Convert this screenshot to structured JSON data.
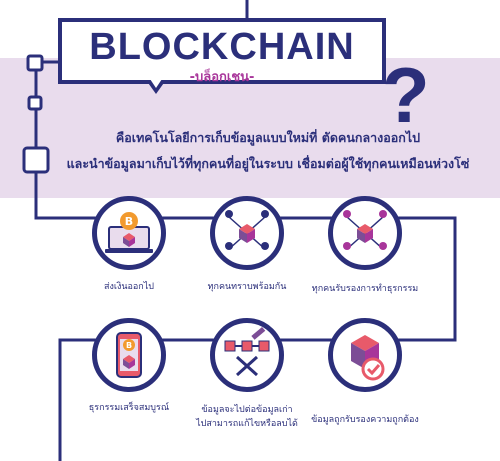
{
  "header": {
    "title": "BLOCKCHAIN",
    "subtitle": "-บล็อกเชน-",
    "question_mark": "?"
  },
  "description": {
    "line1": "คือเทคโนโลยีการเก็บข้อมูลแบบใหม่ที่ ตัดคนกลางออกไป",
    "line2": "และนำข้อมูลมาเก็บไว้ที่ทุกคนที่อยู่ในระบบ เชื่อมต่อผู้ใช้ทุกคนเหมือนห่วงโซ่"
  },
  "steps": [
    {
      "caption": "ส่งเงินออกไป",
      "icon": "laptop-bitcoin-icon"
    },
    {
      "caption": "ทุกคนทราบพร้อมกัน",
      "icon": "network-users-icon"
    },
    {
      "caption": "ทุกคนรับรองการทำธุรกรรม",
      "icon": "network-approval-icon"
    },
    {
      "caption": "ธุรกรรมเสร็จสมบูรณ์",
      "icon": "phone-bitcoin-icon"
    },
    {
      "caption_line1": "ข้อมูลจะไปต่อข้อมูลเก่า",
      "caption_line2": "ไปสามารถแก้ไขหรือลบได้",
      "icon": "chain-blocks-icon"
    },
    {
      "caption": "ข้อมูลถูกรับรองความถูกต้อง",
      "icon": "verified-block-icon"
    }
  ],
  "colors": {
    "navy": "#2b2f7a",
    "purple": "#a8359a",
    "lavender_band": "#e9dced",
    "orange": "#f29a2e",
    "cube_red": "#e85a6a",
    "cube_purple": "#7c4d96"
  }
}
